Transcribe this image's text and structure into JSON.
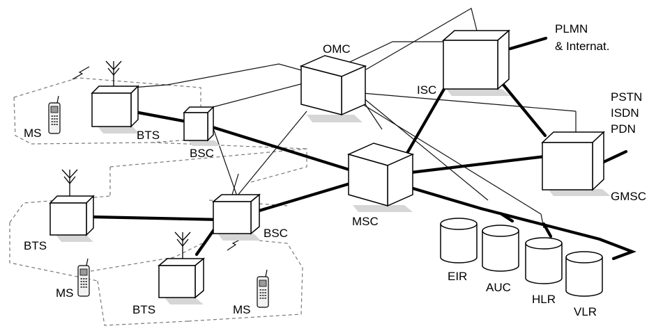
{
  "labels": {
    "omc": "OMC",
    "isc": "ISC",
    "plmn_line1": "PLMN",
    "plmn_line2": "& Internat.",
    "pstn": "PSTN",
    "isdn": "ISDN",
    "pdn": "PDN",
    "gmsc": "GMSC",
    "msc": "MSC",
    "bsc_top": "BSC",
    "bsc_bottom": "BSC",
    "bts_top": "BTS",
    "bts_left": "BTS",
    "bts_bottom": "BTS",
    "ms_top": "MS",
    "ms_left": "MS",
    "ms_bottom": "MS",
    "eir": "EIR",
    "auc": "AUC",
    "hlr": "HLR",
    "vlr": "VLR"
  }
}
